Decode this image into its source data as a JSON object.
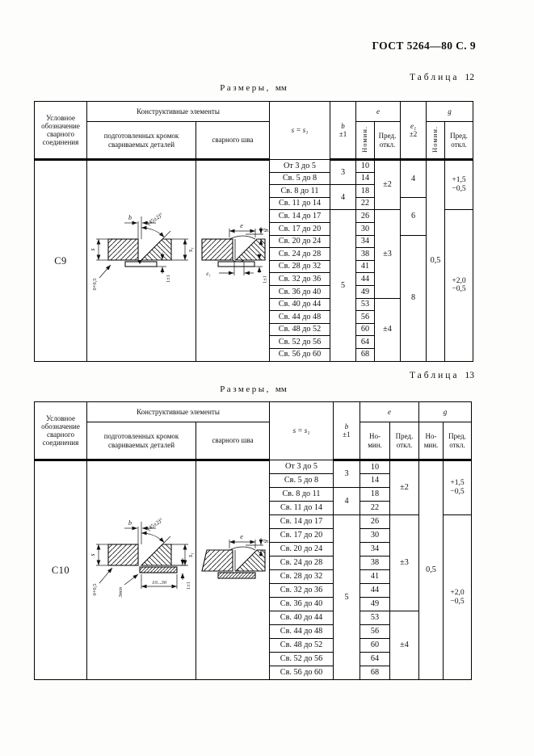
{
  "page": {
    "doc_header": "ГОСТ 5264—80 С. 9",
    "sizes_word": "Размеры,",
    "sizes_unit": "мм",
    "caption_word": "Таблица",
    "caption12_num": "12",
    "caption13_num": "13"
  },
  "headers": {
    "designation": "Условное обозначение сварного соединения",
    "constructive": "Конструктивные элементы",
    "edges": "подготовленных кромок свариваемых деталей",
    "seam": "сварного шва",
    "s": "s = s₁",
    "b": "b",
    "b_tol": "±1",
    "e": "e",
    "e1": "e₁",
    "e1_tol": "±2",
    "g": "g",
    "nom_vert": "Номин.",
    "nom_l1": "Но-",
    "nom_l2": "мин.",
    "pred_l1": "Пред.",
    "pred_l2": "откл."
  },
  "t12": {
    "designation": "С9",
    "b_groups": [
      "3",
      "4",
      "5"
    ],
    "e_tol_groups": [
      "±2",
      "±3",
      "±4"
    ],
    "e1_groups": [
      "4",
      "6",
      "8"
    ],
    "g_nom": "0,5",
    "g_tol_groups": [
      {
        "plus": "+1,5",
        "minus": "−0,5"
      },
      {
        "plus": "+2,0",
        "minus": "−0,5"
      }
    ],
    "rows": [
      {
        "s": "От 3 до 5",
        "e": "10"
      },
      {
        "s": "Св. 5 до 8",
        "e": "14"
      },
      {
        "s": "Св. 8 до 11",
        "e": "18"
      },
      {
        "s": "Св. 11 до 14",
        "e": "22"
      },
      {
        "s": "Св. 14 до 17",
        "e": "26"
      },
      {
        "s": "Св. 17 до 20",
        "e": "30"
      },
      {
        "s": "Св. 20 до 24",
        "e": "34"
      },
      {
        "s": "Св. 24 до 28",
        "e": "38"
      },
      {
        "s": "Св. 28 до 32",
        "e": "41"
      },
      {
        "s": "Св. 32 до 36",
        "e": "44"
      },
      {
        "s": "Св. 36 до 40",
        "e": "49"
      },
      {
        "s": "Св. 40 до 44",
        "e": "53"
      },
      {
        "s": "Св. 44 до 48",
        "e": "56"
      },
      {
        "s": "Св. 48 до 52",
        "e": "60"
      },
      {
        "s": "Св. 52 до 56",
        "e": "64"
      },
      {
        "s": "Св. 56 до 60",
        "e": "68"
      }
    ]
  },
  "t13": {
    "designation": "С10",
    "b_groups": [
      "3",
      "4",
      "5"
    ],
    "e_tol_groups": [
      "±2",
      "±3",
      "±4"
    ],
    "g_nom": "0,5",
    "g_tol_groups": [
      {
        "plus": "+1,5",
        "minus": "−0,5"
      },
      {
        "plus": "+2,0",
        "minus": "−0,5"
      }
    ],
    "rows": [
      {
        "s": "От 3 до 5",
        "e": "10"
      },
      {
        "s": "Св. 5 до 8",
        "e": "14"
      },
      {
        "s": "Св. 8 до 11",
        "e": "18"
      },
      {
        "s": "Св. 11 до 14",
        "e": "22"
      },
      {
        "s": "Св. 14 до 17",
        "e": "26"
      },
      {
        "s": "Св. 17 до 20",
        "e": "30"
      },
      {
        "s": "Св. 20 до 24",
        "e": "34"
      },
      {
        "s": "Св. 24 до 28",
        "e": "38"
      },
      {
        "s": "Св. 28 до 32",
        "e": "41"
      },
      {
        "s": "Св. 32 до 36",
        "e": "44"
      },
      {
        "s": "Св. 36 до 40",
        "e": "49"
      },
      {
        "s": "Св. 40 до 44",
        "e": "53"
      },
      {
        "s": "Св. 44 до 48",
        "e": "56"
      },
      {
        "s": "Св. 48 до 52",
        "e": "60"
      },
      {
        "s": "Св. 52 до 56",
        "e": "64"
      },
      {
        "s": "Св. 56 до 60",
        "e": "68"
      }
    ]
  },
  "diagram_labels": {
    "b": "b",
    "s": "s",
    "s1": "s₁",
    "angle": "(45±2)°",
    "gap0": "0+0,5",
    "one": "1±1",
    "e": "e",
    "g": "g",
    "e1": "e₁",
    "min3": "3min",
    "width_range": "10...30"
  }
}
